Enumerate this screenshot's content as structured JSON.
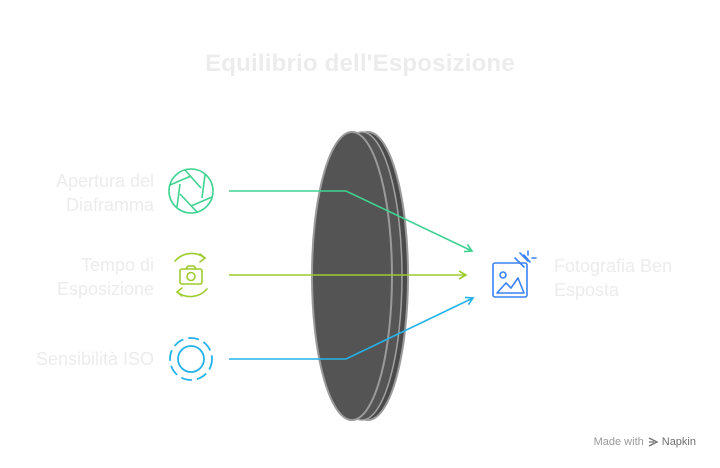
{
  "title": "Equilibrio dell'Esposizione",
  "inputs": [
    {
      "label_line1": "Apertura del",
      "label_line2": "Diaframma",
      "icon": "aperture-icon",
      "color": "#3ed391"
    },
    {
      "label_line1": "Tempo di",
      "label_line2": "Esposizione",
      "icon": "camera-rotate-icon",
      "color": "#9ecb2e"
    },
    {
      "label_line1": "Sensibilità ISO",
      "label_line2": "",
      "icon": "iso-circle-icon",
      "color": "#24b3ea"
    }
  ],
  "output": {
    "label_line1": "Fotografia Ben",
    "label_line2": "Esposta",
    "icon": "photo-icon",
    "color": "#3b82f6"
  },
  "lens_color": "#545454",
  "footer": {
    "prefix": "Made with",
    "brand": "Napkin"
  }
}
